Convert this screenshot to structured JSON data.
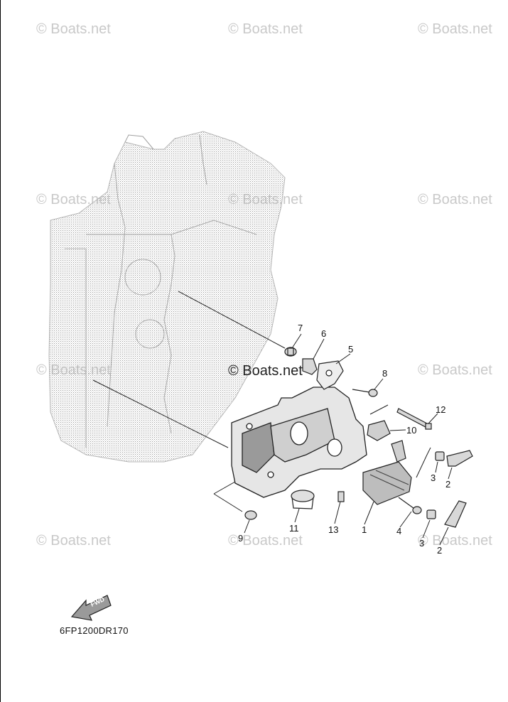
{
  "watermark_text": "© Boats.net",
  "center_watermark_text": "© Boats.net",
  "diagram_code": "6FP1200DR170",
  "fwd_arrow_label": "FWD",
  "callouts": [
    "7",
    "6",
    "5",
    "8",
    "12",
    "10",
    "3",
    "2",
    "9",
    "11",
    "13",
    "1",
    "4",
    "3",
    "2"
  ],
  "colors": {
    "line": "#222222",
    "ghost": "#bdbdbd",
    "watermark": "#c9c9c9"
  }
}
